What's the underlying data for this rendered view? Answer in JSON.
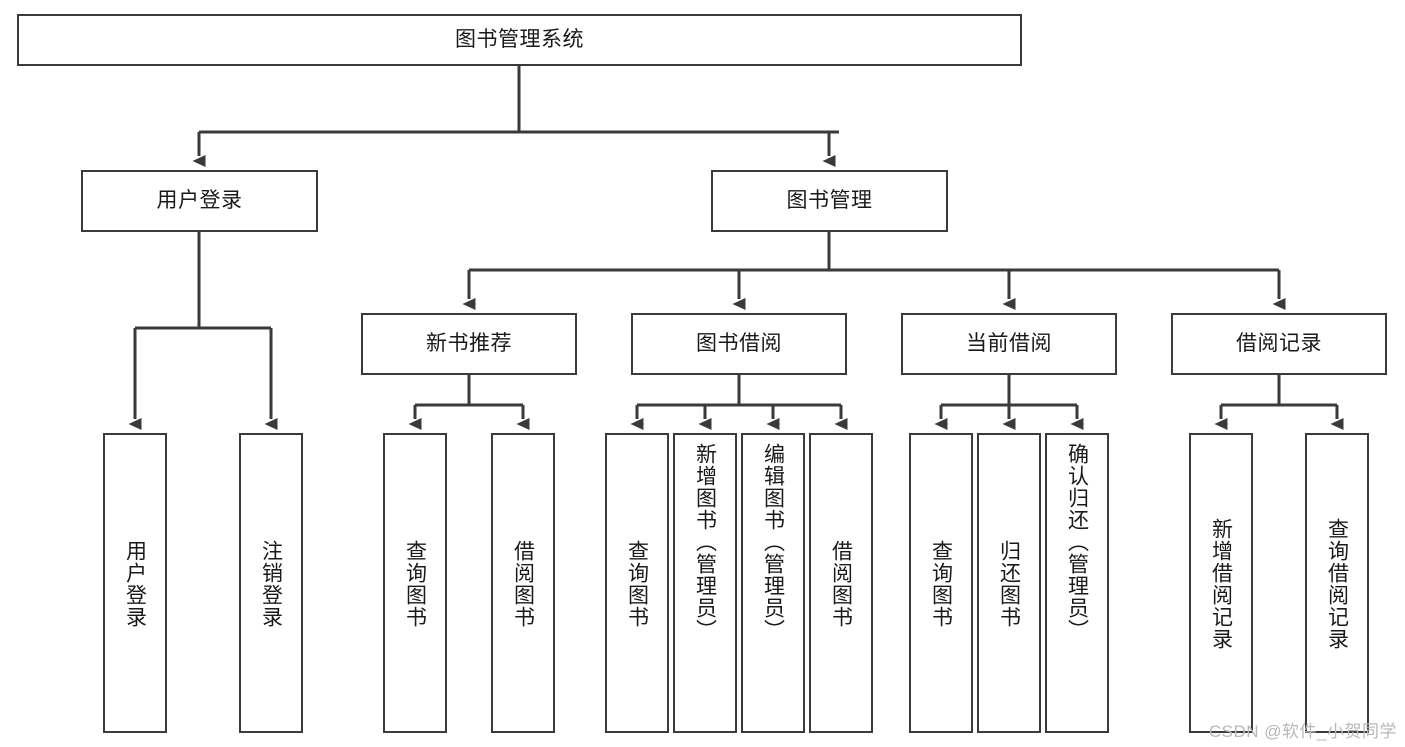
{
  "diagram": {
    "title": "图书管理系统",
    "watermark": "CSDN @软件_小贺同学",
    "line_color": "#3a3a3a",
    "box_fill": "#ffffff",
    "text_color": "#1a1a1a",
    "watermark_color": "#b8b8b8"
  },
  "nodes": {
    "root": {
      "label": "图书管理系统"
    },
    "level2": [
      {
        "label": "用户登录"
      },
      {
        "label": "图书管理"
      }
    ],
    "level3": [
      {
        "label": "新书推荐"
      },
      {
        "label": "图书借阅"
      },
      {
        "label": "当前借阅"
      },
      {
        "label": "借阅记录"
      }
    ],
    "leaves": {
      "user_login": [
        {
          "label": "用户登录"
        },
        {
          "label": "注销登录"
        }
      ],
      "new_book_recommend": [
        {
          "label": "查询图书"
        },
        {
          "label": "借阅图书"
        }
      ],
      "book_borrow": [
        {
          "label": "查询图书"
        },
        {
          "label": "新增图书（管理员）"
        },
        {
          "label": "编辑图书（管理员）"
        },
        {
          "label": "借阅图书"
        }
      ],
      "current_borrow": [
        {
          "label": "查询图书"
        },
        {
          "label": "归还图书"
        },
        {
          "label": "确认归还（管理员）"
        }
      ],
      "borrow_record": [
        {
          "label": "新增借阅记录"
        },
        {
          "label": "查询借阅记录"
        }
      ]
    }
  }
}
